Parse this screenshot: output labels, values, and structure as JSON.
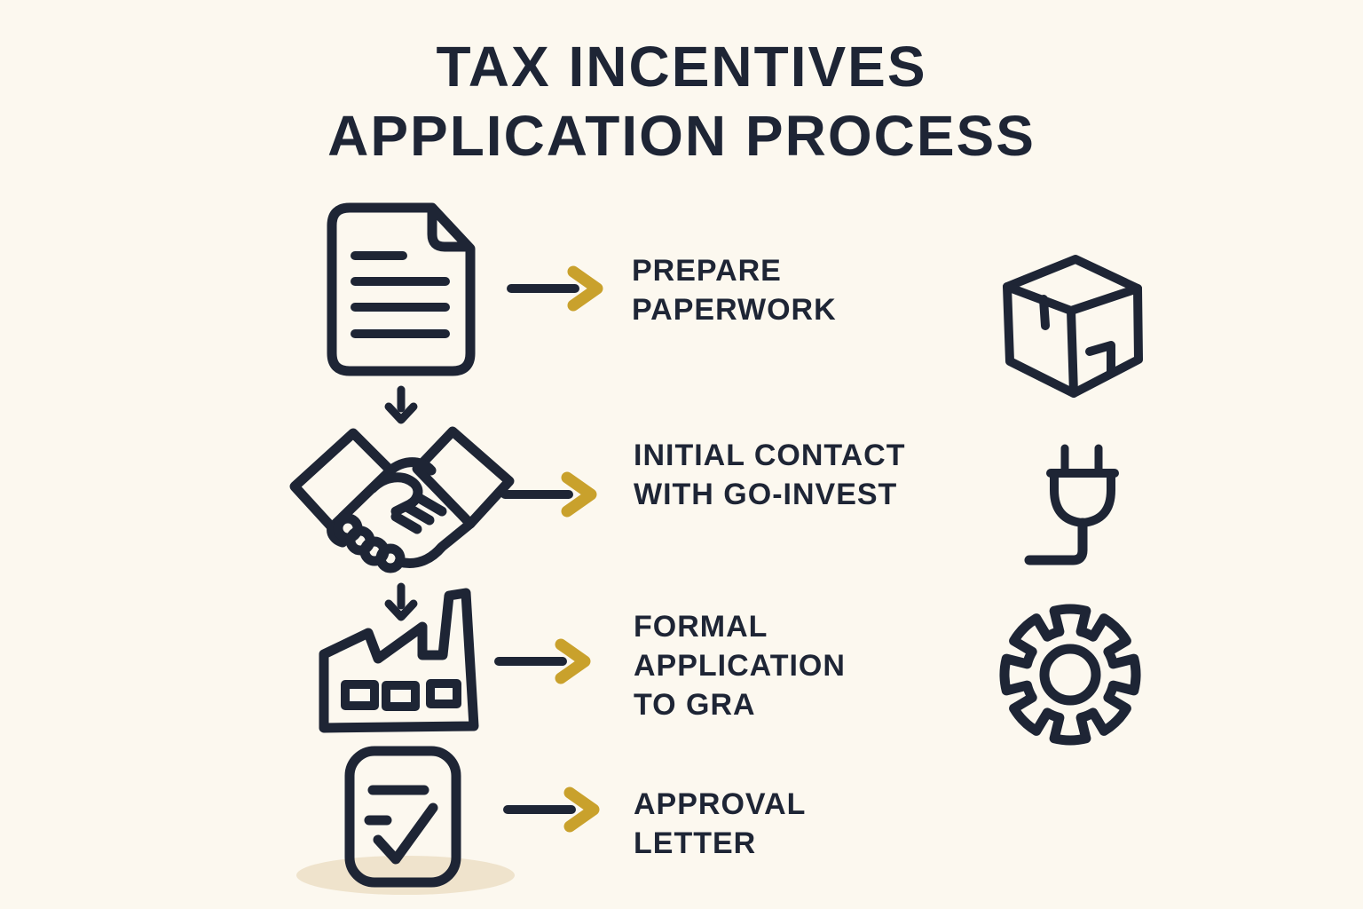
{
  "palette": {
    "background": "#FCF8EF",
    "ink": "#1E2535",
    "accent_gold": "#C9A12C",
    "shadow_tan": "#EFE3CC"
  },
  "title": {
    "line1": "TAX INCENTIVES",
    "line2": "APPLICATION PROCESS"
  },
  "steps": [
    {
      "name": "prepare-paperwork",
      "icon": "document-icon",
      "label_lines": [
        "PREPARE",
        "PAPERWORK"
      ]
    },
    {
      "name": "initial-contact-with-go-invest",
      "icon": "handshake-icon",
      "label_lines": [
        "INITIAL CONTACT",
        "WITH GO-INVEST"
      ]
    },
    {
      "name": "formal-application-to-gra",
      "icon": "factory-icon",
      "label_lines": [
        "FORMAL",
        "APPLICATION",
        "TO GRA"
      ]
    },
    {
      "name": "approval-letter",
      "icon": "approval-document-icon",
      "label_lines": [
        "APPROVAL",
        "LETTER"
      ]
    }
  ],
  "connectors": {
    "right_arrow_icon": "right-arrow-icon",
    "down_arrow_icon": "down-arrow-icon"
  },
  "decorative_icons": [
    "package-box-icon",
    "power-plug-icon",
    "gear-icon"
  ]
}
